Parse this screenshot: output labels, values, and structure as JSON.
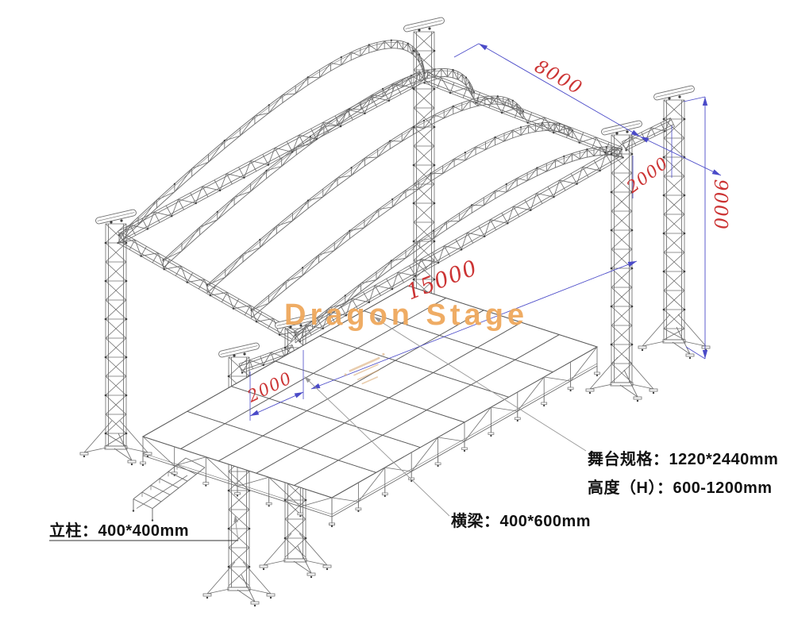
{
  "watermark": {
    "text": "Dragon Stage",
    "color": "#EFA85C"
  },
  "dimensions": {
    "roof_depth": {
      "value": "8000"
    },
    "right_offset": {
      "value": "2000"
    },
    "total_height": {
      "value": "9000"
    },
    "stage_length": {
      "value": "15000"
    },
    "left_offset": {
      "value": "2000"
    }
  },
  "annotations": {
    "column": {
      "label": "立柱：400*400mm"
    },
    "beam": {
      "label": "横梁：400*600mm"
    },
    "stage_spec": {
      "label": "舞台规格：1220*2440mm"
    },
    "stage_height": {
      "label": "高度（H）：600-1200mm"
    }
  },
  "palette": {
    "background": "#FFFFFF",
    "structure": "#6F6F6F",
    "structure_node": "#3E3E3E",
    "deck_line": "#585858",
    "dimension_line": "#4A4AC8",
    "dimension_text": "#CC3434",
    "leader": "#979797",
    "annotation_text": "#111111",
    "watermark": "#EFA85C",
    "stamp": "#D8A66C"
  }
}
